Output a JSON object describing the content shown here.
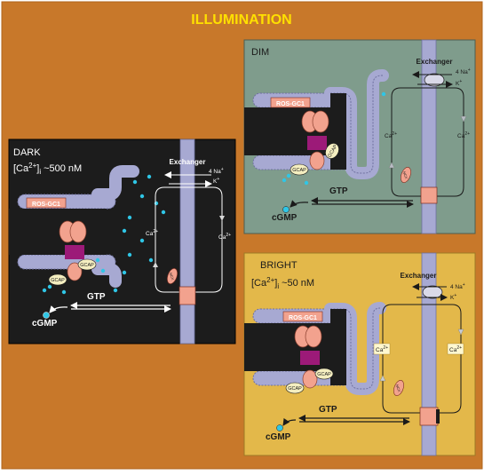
{
  "title": "ILLUMINATION",
  "colors": {
    "background": "#c8782a",
    "title": "#ffe000",
    "dark_panel": "#1c1c1c",
    "dim_panel": "#7f9c8c",
    "bright_panel": "#e3b84a",
    "membrane": "#a7a9d2",
    "membrane_edge": "#6f719f",
    "enzyme": "#f2a28e",
    "dimer": "#9c1a78",
    "calcium": "#2fc6e6",
    "gcap_fill": "#f4eec0"
  },
  "panels": {
    "dark": {
      "state": "DARK",
      "ca_prefix": "[Ca",
      "ca_sup": "2+",
      "ca_close": "]",
      "ca_sub": "i",
      "ca_value": "~500 nM",
      "exchanger": "Exchanger",
      "na": "4 Na",
      "na_sup": "+",
      "k": "K",
      "k_sup": "+",
      "ros_gc": "ROS-GC1",
      "gcap_a": "GCAP",
      "gcap_b": "GCAP",
      "gtp": "GTP",
      "cgmp": "cGMP",
      "ca_ion": "Ca",
      "ca_ion_sup": "2+",
      "ncx_label": "NCX"
    },
    "dim": {
      "state": "DIM",
      "exchanger": "Exchanger",
      "na": "4 Na",
      "na_sup": "+",
      "k": "K",
      "k_sup": "+",
      "ros_gc": "ROS-GC1",
      "gcap_a": "GCAP",
      "gcap_b": "GCAP",
      "gtp": "GTP",
      "cgmp": "cGMP",
      "ca_ion": "Ca",
      "ca_ion_sup": "2+",
      "ncx_label": "NCX"
    },
    "bright": {
      "state": "BRIGHT",
      "ca_prefix": "[Ca",
      "ca_sup": "2+",
      "ca_close": "]",
      "ca_sub": "i",
      "ca_value": "~50 nM",
      "exchanger": "Exchanger",
      "na": "4 Na",
      "na_sup": "+",
      "k": "K",
      "k_sup": "+",
      "ros_gc": "ROS-GC1",
      "gcap_a": "GCAP",
      "gcap_b": "GCAP",
      "gtp": "GTP",
      "cgmp": "cGMP",
      "ca_ion": "Ca",
      "ca_ion_sup": "2+",
      "ncx_label": "NCX"
    }
  }
}
